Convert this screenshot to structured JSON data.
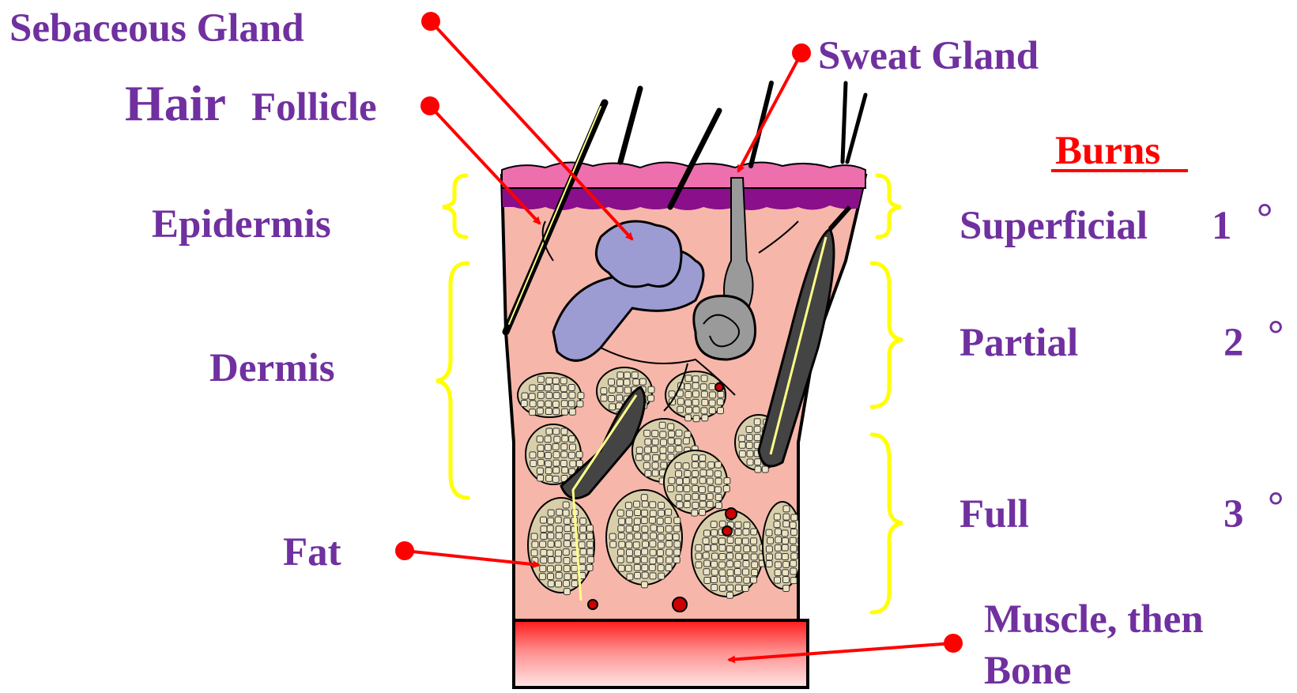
{
  "labels": {
    "sebaceous_gland": "Sebaceous Gland",
    "hair": "Hair",
    "follicle": "Follicle",
    "sweat_gland": "Sweat Gland",
    "epidermis": "Epidermis",
    "dermis": "Dermis",
    "fat": "Fat",
    "muscle_line1": "Muscle, then",
    "muscle_line2": "Bone"
  },
  "burns": {
    "title": "Burns",
    "rows": [
      {
        "name": "Superficial",
        "degree": "1",
        "symbol": "°"
      },
      {
        "name": "Partial",
        "degree": "2",
        "symbol": "°"
      },
      {
        "name": "Full",
        "degree": "3",
        "symbol": "°"
      }
    ]
  },
  "colors": {
    "label_text": "#7030a0",
    "burns_title": "#ff0000",
    "pointer": "#ff0000",
    "brace": "#ffff00",
    "epidermis_top": "#ee6fae",
    "epidermis_band": "#8a0f8a",
    "dermis": "#f7b6aa",
    "gland": "#9c9cd2",
    "sweat_gland": "#9a9a9a",
    "fat_cell": "#ece4c4",
    "muscle": "#ff2a2a"
  }
}
